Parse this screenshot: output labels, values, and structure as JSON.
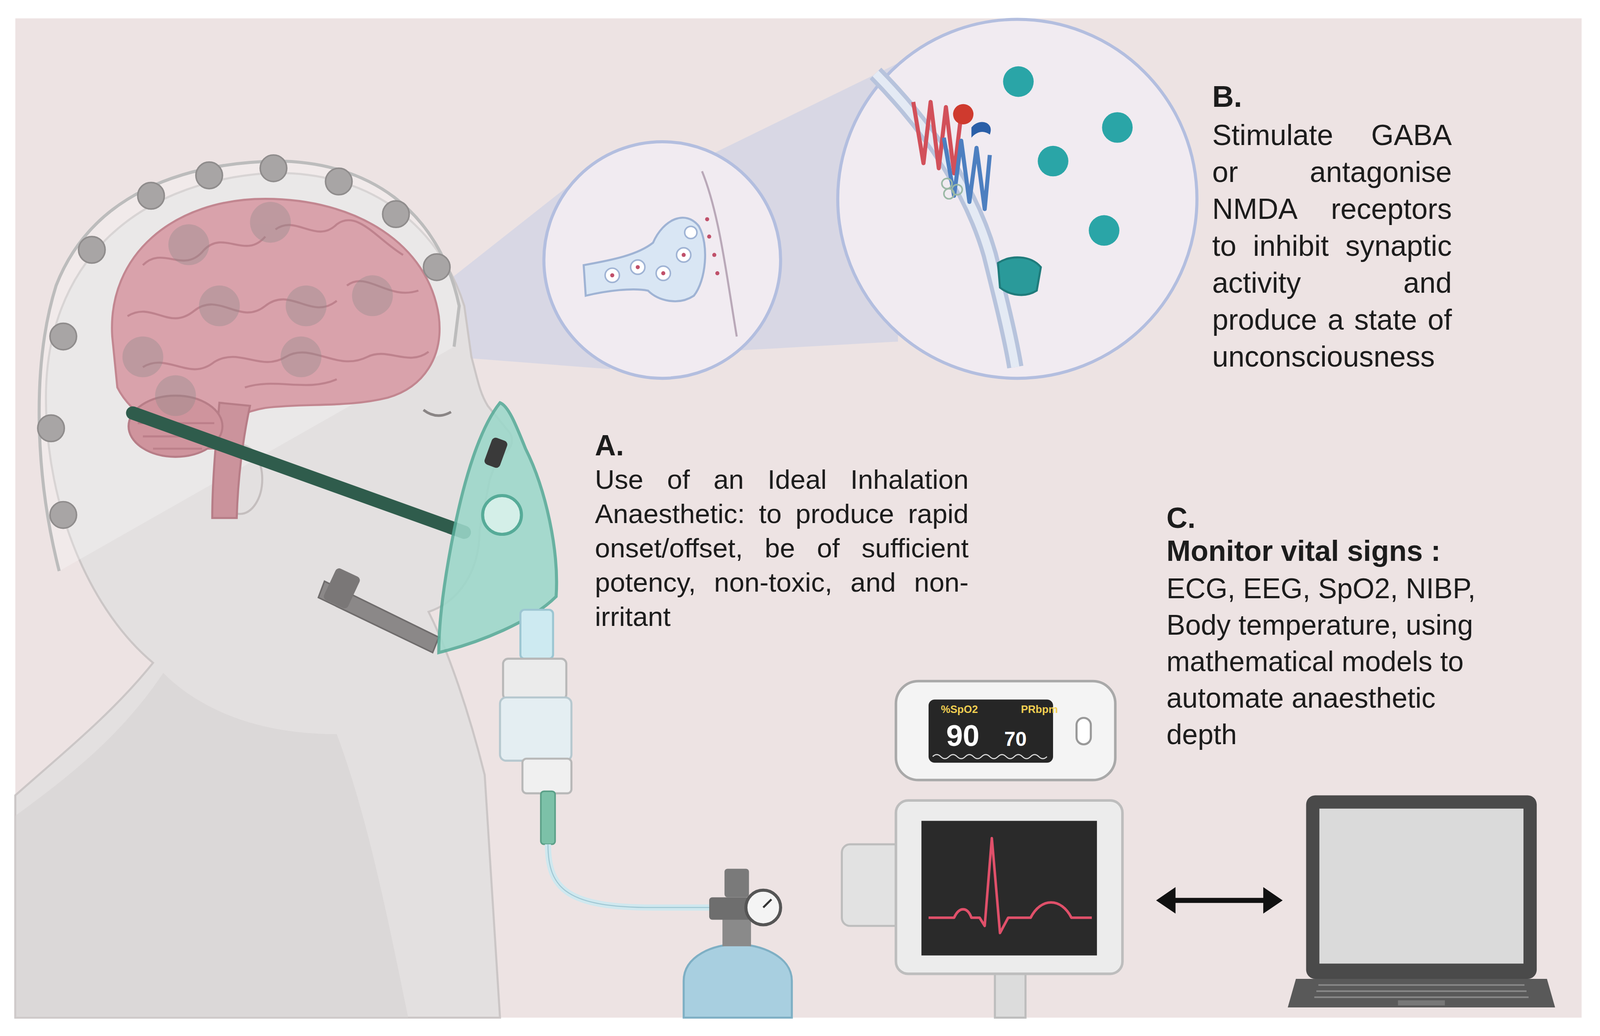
{
  "diagram": {
    "labels": [
      "A.",
      "Use of an Ideal Inhalation Anaesthetic: to produce rapid onset/offset, be of sufficient potency, non-toxic, and non-irritant",
      "B.",
      "Stimulate GABA or antagonise NMDA receptors to inhibit synaptic activity and produce a state of unconsciousness",
      "C.",
      "Monitor vital signs :",
      "ECG, EEG, SpO2, NIBP, Body temperature, using mathematical models to automate anaesthetic depth",
      "%SpO2",
      "PRbpm",
      "90",
      "70"
    ]
  }
}
